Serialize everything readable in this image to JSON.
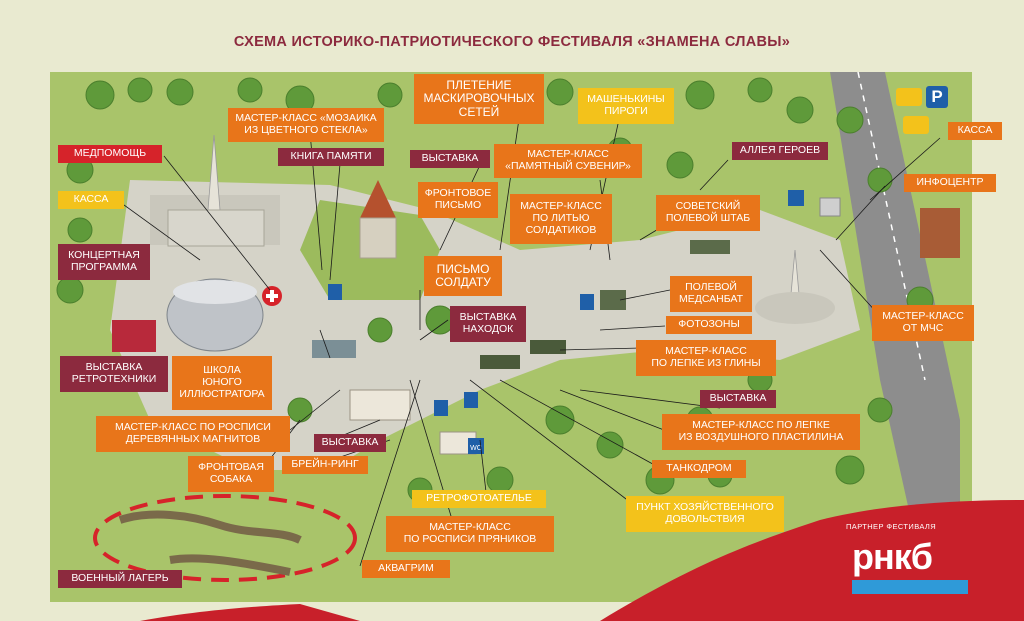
{
  "title": "СХЕМА ИСТОРИКО-ПАТРИОТИЧЕСКОГО ФЕСТИВАЛЯ «ЗНАМЕНА СЛАВЫ»",
  "colors": {
    "orange": "#e8751a",
    "yellow": "#f3c21b",
    "maroon": "#8c2a3e",
    "red": "#d6232a",
    "accent_blue": "#2f9ad8",
    "background": "#e9ead0"
  },
  "labels": {
    "pletenie": "ПЛЕТЕНИЕ\nМАСКИРОВОЧНЫХ\nСЕТЕЙ",
    "mashenkiny": "МАШЕНЬКИНЫ\nПИРОГИ",
    "mozaika": "МАСТЕР-КЛАСС «МОЗАИКА\nИЗ ЦВЕТНОГО СТЕКЛА»",
    "kniga": "КНИГА ПАМЯТИ",
    "medpomosh": "МЕДПОМОЩЬ",
    "vystavka1": "ВЫСТАВКА",
    "suvenir": "МАСТЕР-КЛАСС\n«ПАМЯТНЫЙ СУВЕНИР»",
    "alleya": "АЛЛЕЯ ГЕРОЕВ",
    "kassa_right": "КАССА",
    "infocentr": "ИНФОЦЕНТР",
    "kassa_left": "КАССА",
    "frontovoe": "ФРОНТОВОЕ\nПИСЬМО",
    "litye": "МАСТЕР-КЛАСС\nПО ЛИТЬЮ\nСОЛДАТИКОВ",
    "shtab": "СОВЕТСКИЙ\nПОЛЕВОЙ ШТАБ",
    "koncert": "КОНЦЕРТНАЯ\nПРОГРАММА",
    "pismo": "ПИСЬМО\nСОЛДАТУ",
    "medsanbat": "ПОЛЕВОЙ\nМЕДСАНБАТ",
    "nahodok": "ВЫСТАВКА\nНАХОДОК",
    "fotozony": "ФОТОЗОНЫ",
    "mchs": "МАСТЕР-КЛАСС\nОТ МЧС",
    "glina": "МАСТЕР-КЛАСС\nПО ЛЕПКЕ ИЗ ГЛИНЫ",
    "retro": "ВЫСТАВКА\nРЕТРОТЕХНИКИ",
    "shkola": "ШКОЛА\nЮНОГО\nИЛЛЮСТРАТОРА",
    "vystavka2": "ВЫСТАВКА",
    "plastilin": "МАСТЕР-КЛАСС ПО ЛЕПКЕ\nИЗ ВОЗДУШНОГО ПЛАСТИЛИНА",
    "magnity": "МАСТЕР-КЛАСС ПО РОСПИСИ\nДЕРЕВЯННЫХ МАГНИТОВ",
    "vystavka3": "ВЫСТАВКА",
    "brain": "БРЕЙН-РИНГ",
    "sobaka": "ФРОНТОВАЯ\nСОБАКА",
    "tankodrom": "ТАНКОДРОМ",
    "retrofoto": "РЕТРОФОТОАТЕЛЬЕ",
    "punkt": "ПУНКТ ХОЗЯЙСТВЕННОГО\nДОВОЛЬСТВИЯ",
    "pryaniki": "МАСТЕР-КЛАСС\nПО РОСПИСИ ПРЯНИКОВ",
    "akvagrim": "АКВАГРИМ",
    "lager": "ВОЕННЫЙ ЛАГЕРЬ"
  },
  "icons": {
    "parking": "P",
    "wc": "WC"
  },
  "partner": {
    "caption": "ПАРТНЕР ФЕСТИВАЛЯ",
    "logo_text": "рнкб"
  }
}
